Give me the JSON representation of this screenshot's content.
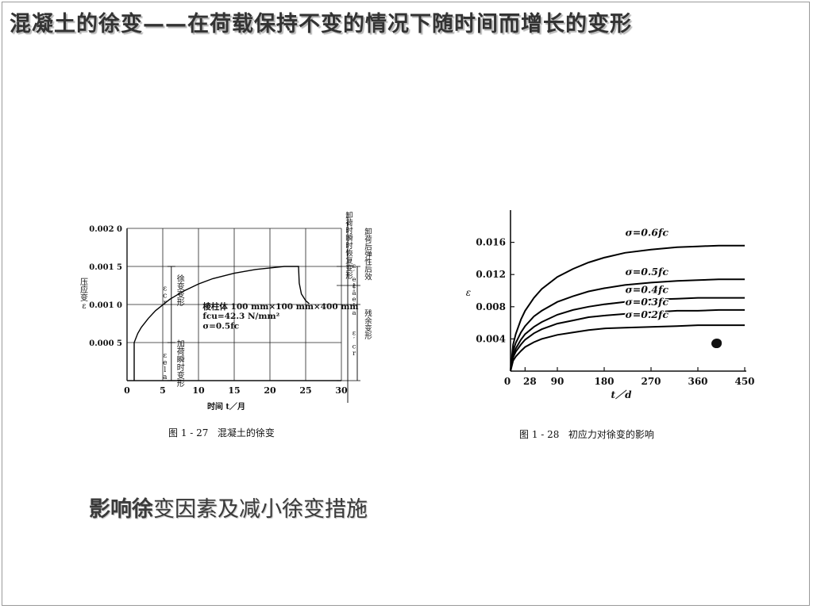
{
  "slide": {
    "title": "混凝土的徐变——在荷载保持不变的情况下随时间而增长的变形",
    "subtitle_bold": "影响徐",
    "subtitle_rest": "变因素及减小徐变措施"
  },
  "chart_data": [
    {
      "type": "line",
      "caption": "图 1 - 27   混凝土的徐变",
      "xlabel": "时间  t／月",
      "ylabel": "压应变 ε",
      "xlim": [
        0,
        30
      ],
      "ylim": [
        0,
        0.002
      ],
      "x_ticks": [
        0,
        5,
        10,
        15,
        20,
        25,
        30
      ],
      "x_tick_labels": [
        "0",
        "5",
        "10",
        "15",
        "20",
        "25",
        "30"
      ],
      "y_ticks": [
        0.0005,
        0.001,
        0.0015,
        0.002
      ],
      "y_tick_labels": [
        "0.000 5",
        "0.001 0",
        "0.001 5",
        "0.002 0"
      ],
      "grid": true,
      "series": [
        {
          "x": [
            1,
            1,
            1.5,
            2,
            3,
            4,
            6,
            8,
            10,
            12,
            15,
            18,
            20,
            22,
            24,
            24.1,
            24.4,
            25,
            25.5
          ],
          "y": [
            0,
            0.0005,
            0.00062,
            0.0007,
            0.00082,
            0.00092,
            0.00107,
            0.00118,
            0.00127,
            0.00134,
            0.00141,
            0.00146,
            0.00148,
            0.0015,
            0.0015,
            0.00128,
            0.00114,
            0.00105,
            0.00101
          ]
        }
      ],
      "annotations": {
        "specimen": [
          "棱柱体 100 mm×100 mm×400 mm",
          "fcu=42.3 N/mm²",
          "σ=0.5fc"
        ],
        "left_labels": {
          "creep_symbol": "εcr",
          "creep_text": "徐变变形",
          "elastic_symbol": "εela",
          "elastic_text": "加荷瞬时变形"
        },
        "right_labels": {
          "unload_instant": "卸荷时瞬时恢复变形",
          "after_effect": "卸荷后弹性后效",
          "ela_symbol": "ε′ela",
          "ela2_symbol": "ε″ela",
          "residual_symbol": "ε′cr",
          "residual": "残余变形"
        }
      }
    },
    {
      "type": "line",
      "caption": "图 1 - 28   初应力对徐变的影响",
      "xlabel": "t／d",
      "ylabel": "ε",
      "xlim": [
        0,
        450
      ],
      "ylim": [
        0,
        0.02
      ],
      "x_ticks": [
        0,
        28,
        90,
        180,
        270,
        360,
        450
      ],
      "x_tick_labels": [
        "0",
        "28",
        "90",
        "180",
        "270",
        "360",
        "450"
      ],
      "y_ticks": [
        0.004,
        0.008,
        0.012,
        0.016
      ],
      "y_tick_labels": [
        "0.004",
        "0.008",
        "0.012",
        "0.016"
      ],
      "grid": false,
      "series": [
        {
          "name": "σ=0.6fc",
          "x": [
            0,
            5,
            10,
            20,
            28,
            45,
            60,
            90,
            120,
            150,
            180,
            220,
            270,
            320,
            360,
            400,
            450
          ],
          "y": [
            0,
            0.0033,
            0.0046,
            0.0064,
            0.0075,
            0.0091,
            0.0102,
            0.0117,
            0.0127,
            0.0135,
            0.0141,
            0.0147,
            0.0151,
            0.0154,
            0.0155,
            0.0156,
            0.0156
          ]
        },
        {
          "name": "σ=0.5fc",
          "x": [
            0,
            5,
            10,
            20,
            28,
            45,
            60,
            90,
            120,
            150,
            180,
            220,
            270,
            320,
            360,
            400,
            450
          ],
          "y": [
            0,
            0.0025,
            0.0035,
            0.0048,
            0.0056,
            0.0068,
            0.0075,
            0.0086,
            0.0093,
            0.0099,
            0.0103,
            0.0107,
            0.011,
            0.0112,
            0.0113,
            0.0114,
            0.0114
          ]
        },
        {
          "name": "σ=0.4fc",
          "x": [
            0,
            5,
            10,
            20,
            28,
            45,
            60,
            90,
            120,
            150,
            180,
            220,
            270,
            320,
            360,
            400,
            450
          ],
          "y": [
            0,
            0.002,
            0.0028,
            0.0039,
            0.0046,
            0.0055,
            0.0061,
            0.007,
            0.0076,
            0.008,
            0.0083,
            0.0086,
            0.0089,
            0.009,
            0.0091,
            0.0091,
            0.0091
          ]
        },
        {
          "name": "σ=0.3fc",
          "x": [
            0,
            5,
            10,
            20,
            28,
            45,
            60,
            90,
            120,
            150,
            180,
            220,
            270,
            320,
            360,
            400,
            450
          ],
          "y": [
            0,
            0.0017,
            0.0024,
            0.0033,
            0.0039,
            0.0047,
            0.0052,
            0.0059,
            0.0063,
            0.0067,
            0.0069,
            0.0071,
            0.0073,
            0.0075,
            0.0075,
            0.0076,
            0.0076
          ]
        },
        {
          "name": "σ=0.2fc",
          "x": [
            0,
            5,
            10,
            20,
            28,
            45,
            60,
            90,
            120,
            150,
            180,
            220,
            270,
            320,
            360,
            400,
            450
          ],
          "y": [
            0,
            0.0013,
            0.0018,
            0.0025,
            0.003,
            0.0036,
            0.004,
            0.0045,
            0.0048,
            0.0051,
            0.0053,
            0.0054,
            0.0055,
            0.0056,
            0.0057,
            0.0057,
            0.0057
          ]
        }
      ]
    }
  ]
}
